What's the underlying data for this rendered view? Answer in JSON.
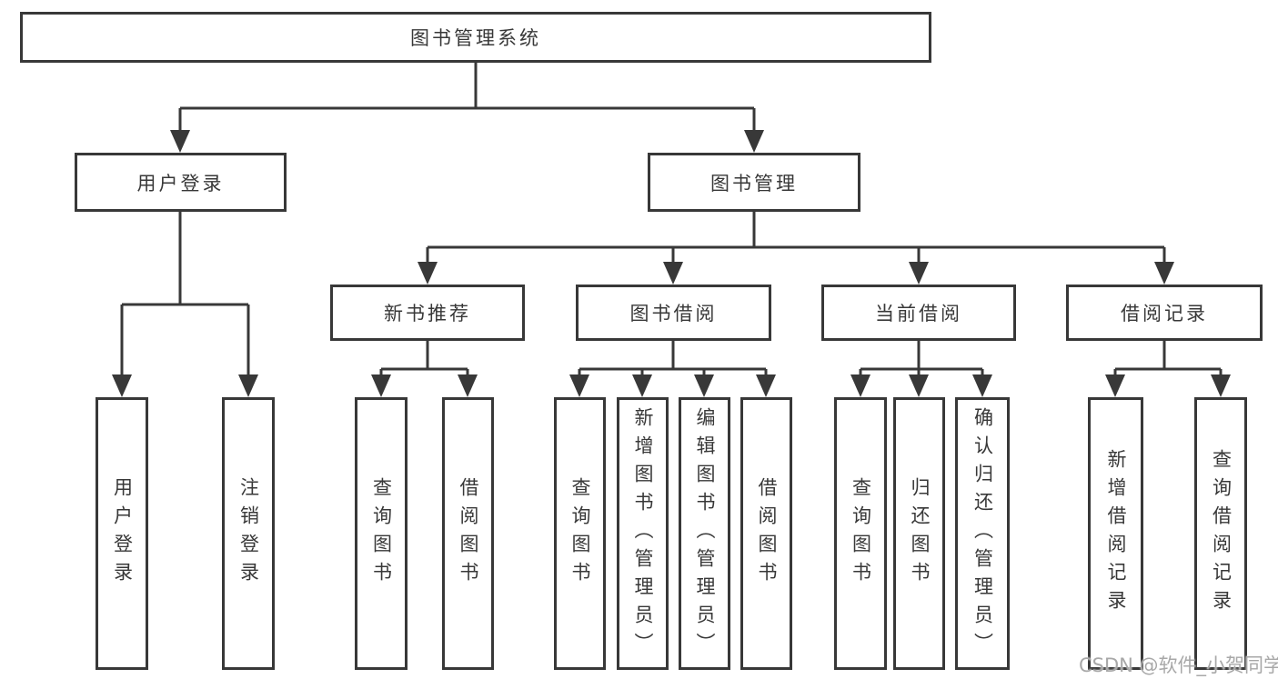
{
  "diagram": {
    "type": "hierarchy-tree",
    "colors": {
      "line": "#383838",
      "box_border": "#383838",
      "text": "#383838",
      "background": "#ffffff",
      "watermark_text_color": "#a8a8a8"
    },
    "nodes": {
      "root": "图书管理系统",
      "user_login": "用户登录",
      "book_mgmt": "图书管理",
      "new_books": "新书推荐",
      "borrow": "图书借阅",
      "current": "当前借阅",
      "records": "借阅记录",
      "ul_login": "用户登录",
      "ul_logout": "注销登录",
      "nb_query": "查询图书",
      "nb_borrow": "借阅图书",
      "bw_query": "查询图书",
      "bw_add": "新增图书（管理员）",
      "bw_edit": "编辑图书（管理员）",
      "bw_borrow": "借阅图书",
      "cur_query": "查询图书",
      "cur_return": "归还图书",
      "cur_confirm": "确认归还（管理员）",
      "rec_add": "新增借阅记录",
      "rec_query": "查询借阅记录"
    },
    "edges": [
      "图书管理系统→用户登录",
      "图书管理系统→图书管理",
      "用户登录→用户登录",
      "用户登录→注销登录",
      "图书管理→新书推荐",
      "图书管理→图书借阅",
      "图书管理→当前借阅",
      "图书管理→借阅记录",
      "新书推荐→查询图书",
      "新书推荐→借阅图书",
      "图书借阅→查询图书",
      "图书借阅→新增图书（管理员）",
      "图书借阅→编辑图书（管理员）",
      "图书借阅→借阅图书",
      "当前借阅→查询图书",
      "当前借阅→归还图书",
      "当前借阅→确认归还（管理员）",
      "借阅记录→新增借阅记录",
      "借阅记录→查询借阅记录"
    ],
    "watermark": "CSDN @软件_小贺同学"
  }
}
